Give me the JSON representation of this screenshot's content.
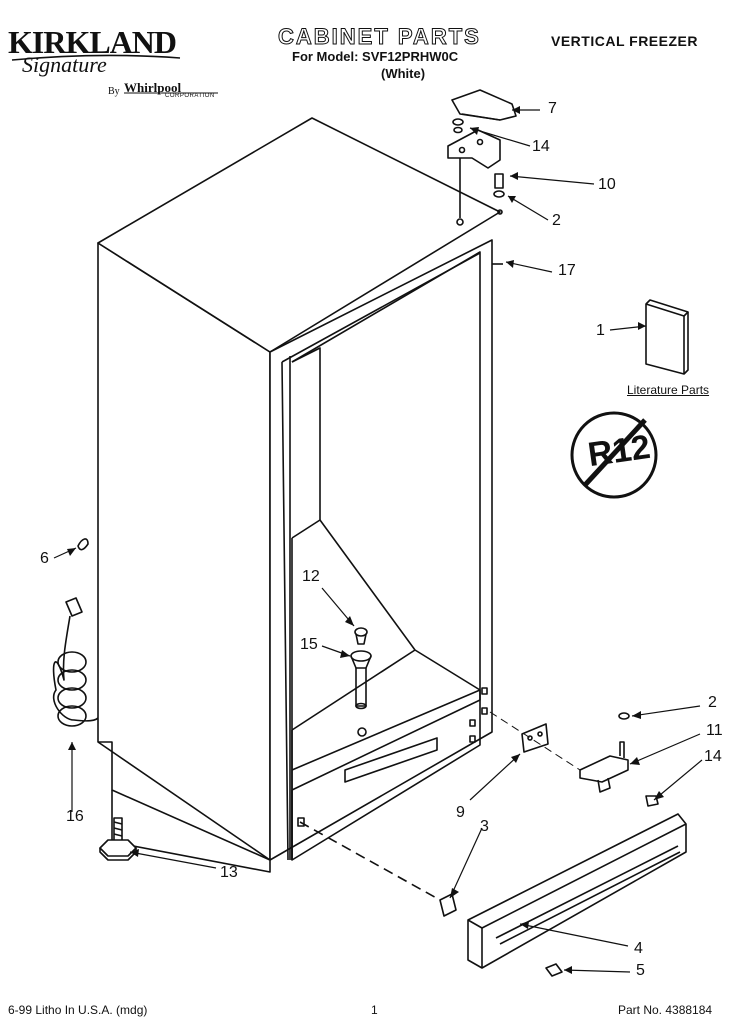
{
  "header": {
    "brand": "KIRKLAND",
    "brand_sub": "Signature",
    "by": "By",
    "maker": "Whirlpool",
    "maker_sub": "CORPORATION",
    "title": "CABINET PARTS",
    "model_line": "For Model: SVF12PRHW0C",
    "color_line": "(White)",
    "product_type": "VERTICAL FREEZER"
  },
  "callouts": {
    "c7": "7",
    "c14a": "14",
    "c10": "10",
    "c2a": "2",
    "c17": "17",
    "c1": "1",
    "c6": "6",
    "c12": "12",
    "c15": "15",
    "c2b": "2",
    "c11": "11",
    "c14b": "14",
    "c16": "16",
    "c9": "9",
    "c3": "3",
    "c13": "13",
    "c4": "4",
    "c5": "5"
  },
  "literature_label": "Literature Parts",
  "badge": {
    "text": "R12",
    "color": "#111111"
  },
  "footer": {
    "left": "6-99 Litho In U.S.A. (mdg)",
    "center": "1",
    "right": "Part No. 4388184"
  }
}
